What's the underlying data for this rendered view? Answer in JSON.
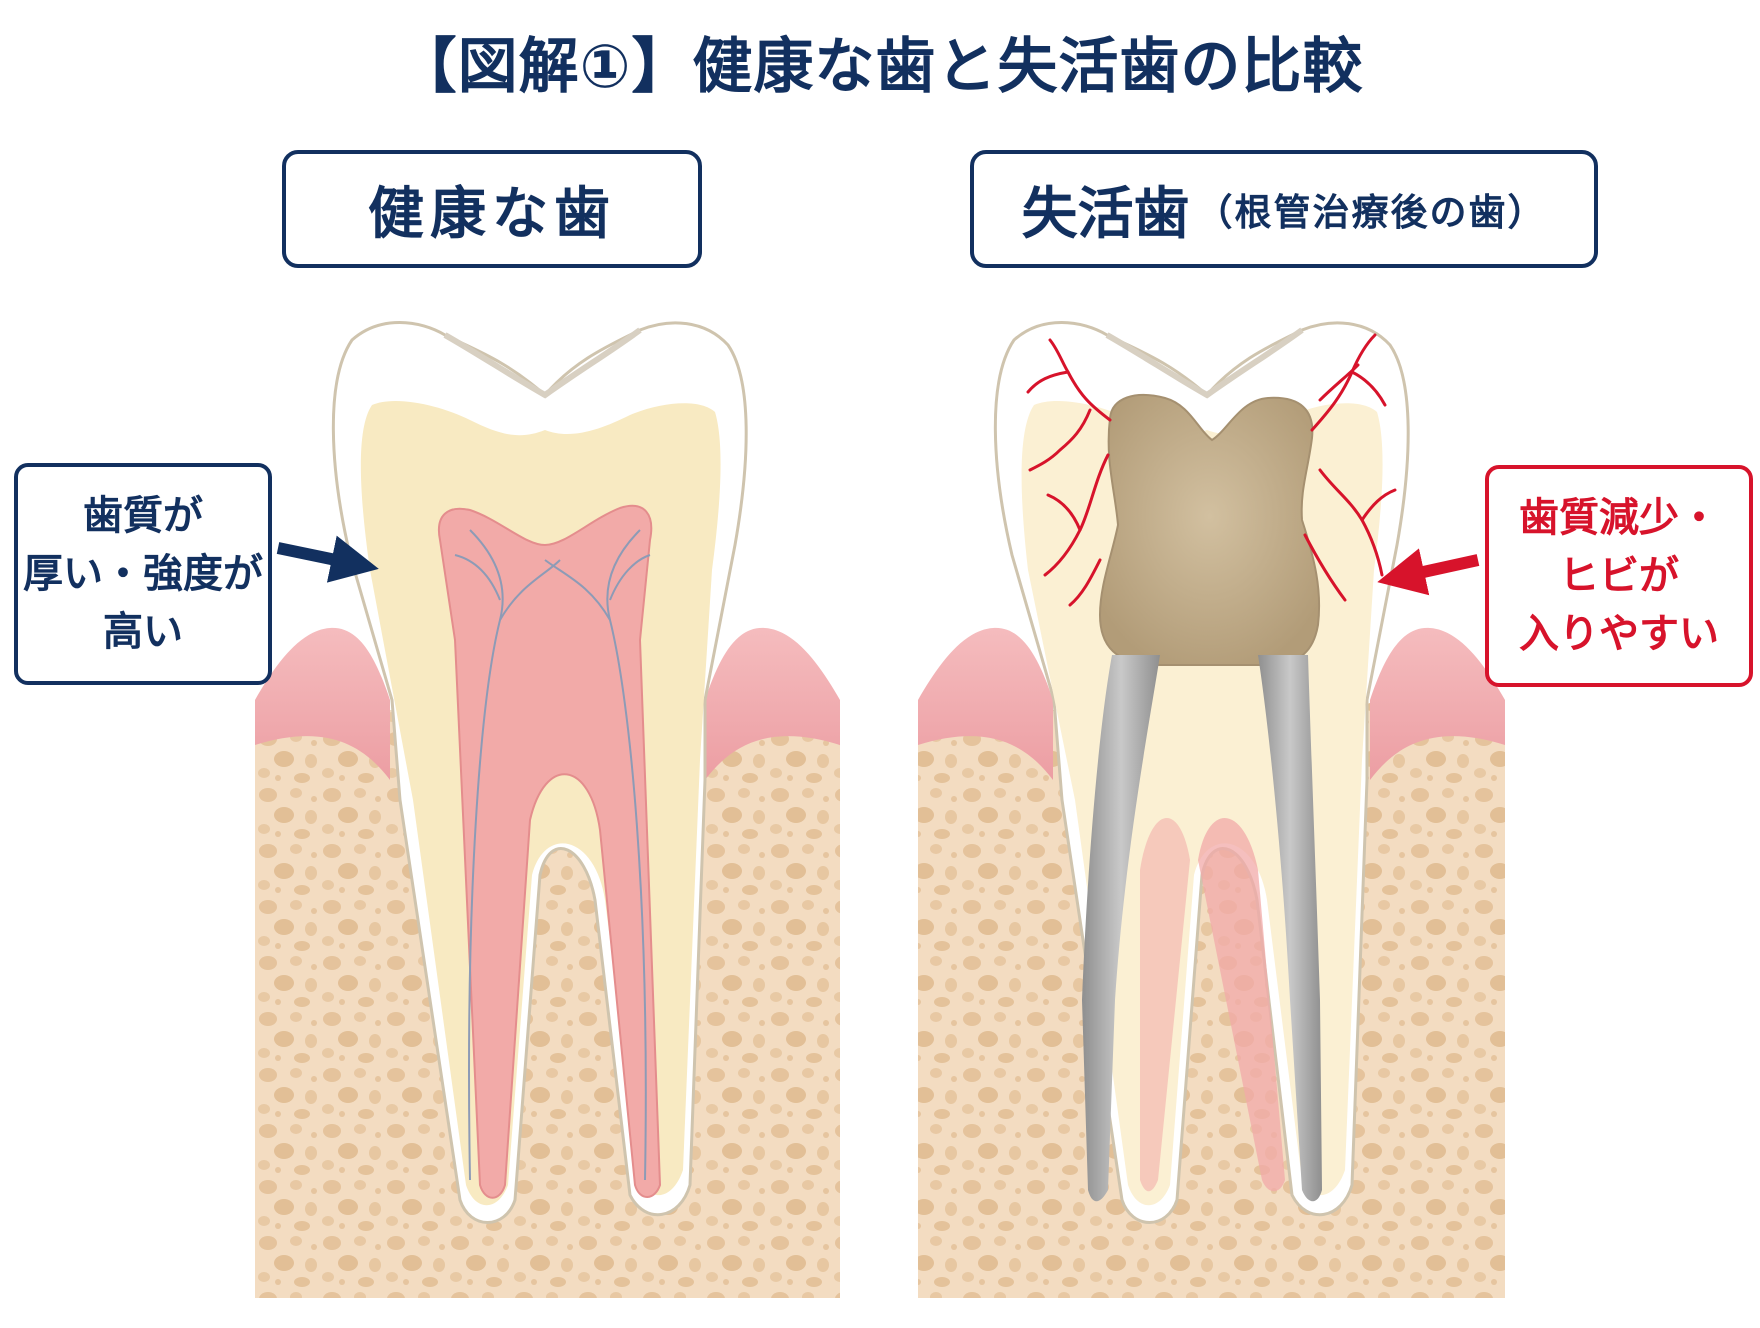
{
  "title": "【図解①】健康な歯と失活歯の比較",
  "panels": {
    "left": {
      "label": "健康な歯"
    },
    "right": {
      "label": "失活歯",
      "sublabel": "（根管治療後の歯）"
    }
  },
  "callouts": {
    "left": {
      "lines": [
        "歯質が",
        "厚い・強度が",
        "高い"
      ]
    },
    "right": {
      "lines": [
        "歯質減少・",
        "ヒビが",
        "入りやすい"
      ]
    }
  },
  "colors": {
    "navy": "#12305f",
    "red": "#d7132b",
    "gum": "#f0a9ad",
    "bone": "#f3d9bc",
    "dentin": "#f8eac2",
    "pulp": "#f2aaa8",
    "filling": "#c3af8e",
    "gutta": "#a6a6a6"
  },
  "icons": [
    "arrow-right-icon",
    "arrow-left-icon"
  ]
}
